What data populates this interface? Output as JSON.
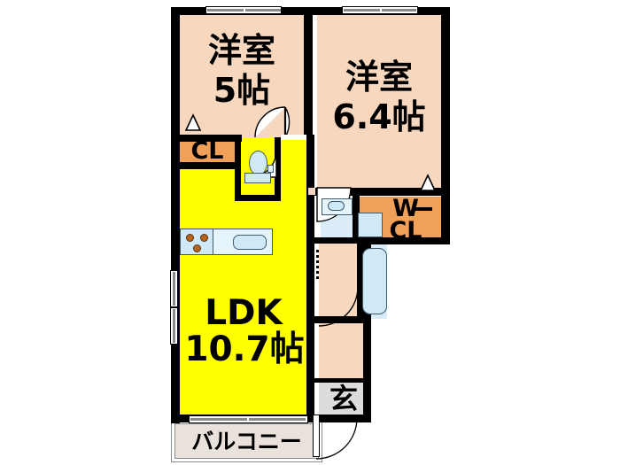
{
  "plan": {
    "type": "japanese-apartment-floor-plan",
    "layout_code": "2LDK",
    "rooms": [
      {
        "key": "bedroom_left",
        "name": "洋室",
        "size": "5帖",
        "label_line1": "洋室",
        "label_line2": "5帖",
        "fill": "#f7d7bd"
      },
      {
        "key": "bedroom_right",
        "name": "洋室",
        "size": "6.4帖",
        "label_line1": "洋室",
        "label_line2": "6.4帖",
        "fill": "#f7d7bd"
      },
      {
        "key": "ldk",
        "name": "LDK",
        "size": "10.7帖",
        "label_line1": "LDK",
        "label_line2": "10.7帖",
        "fill": "#ffff00"
      },
      {
        "key": "closet",
        "name": "CL",
        "size": "",
        "label_line1": "CL",
        "label_line2": "",
        "fill": "#f0a058"
      },
      {
        "key": "walk_in_closet",
        "name": "W.CL",
        "size": "",
        "label_line1": "W",
        "label_line2": "CL",
        "fill": "#f0a058"
      },
      {
        "key": "genkan",
        "name": "玄",
        "size": "",
        "label_line1": "玄",
        "label_line2": "",
        "fill": "#dcdcdc"
      },
      {
        "key": "balcony",
        "name": "バルコニー",
        "size": "",
        "label_line1": "バルコニー",
        "label_line2": "",
        "fill": "#e8e2da"
      }
    ],
    "labels": {
      "bedroom_left_name": "洋室",
      "bedroom_left_size": "5帖",
      "bedroom_right_name": "洋室",
      "bedroom_right_size": "6.4帖",
      "ldk_name": "LDK",
      "ldk_size": "10.7帖",
      "closet": "CL",
      "walk_in_closet_line1": "W",
      "walk_in_closet_line2": "CL",
      "genkan": "玄",
      "balcony": "バルコニー"
    },
    "fixtures": [
      {
        "name": "kitchen-stove",
        "desc": "3-burner cooktop"
      },
      {
        "name": "kitchen-sink",
        "desc": "sink basin"
      },
      {
        "name": "toilet",
        "desc": "western toilet with tank"
      },
      {
        "name": "washbasin",
        "desc": "vanity sink"
      },
      {
        "name": "washing-machine-space",
        "desc": "laundry pan"
      },
      {
        "name": "bathtub",
        "desc": "unit bath tub"
      }
    ],
    "colors": {
      "wall": "#000000",
      "room_tatami_like": "#f7d7bd",
      "ldk_yellow": "#ffff00",
      "closet_orange": "#f0a058",
      "bath_blue": "#d9ecf7",
      "fixture_blue": "#cfe9f7",
      "genkan_gray": "#dcdcdc",
      "balcony_beige": "#e8e2da",
      "background": "#ffffff"
    }
  }
}
